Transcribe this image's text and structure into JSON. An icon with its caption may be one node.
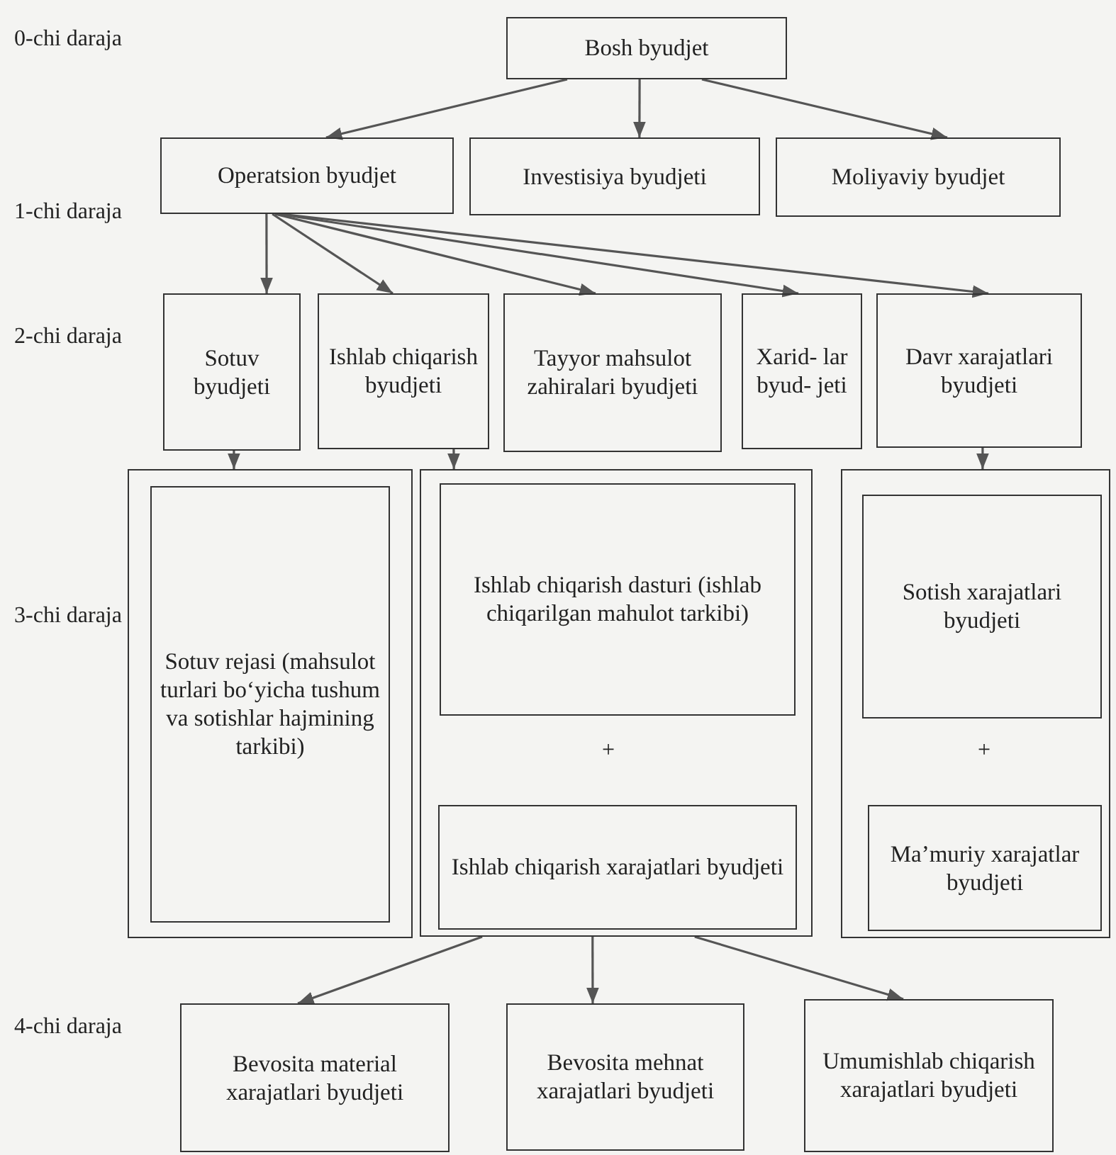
{
  "diagram": {
    "nodes": [
      {
        "text": [
          "Bosh byudjet"
        ]
      },
      {
        "text": [
          "Operatsion byudjet"
        ]
      },
      {
        "text": [
          "Investisiya byudjeti"
        ]
      },
      {
        "text": [
          "Moliyaviy byudjet"
        ]
      },
      {
        "text": [
          "Sotuv byudjeti"
        ]
      },
      {
        "text": [
          "Ishlab chiqarish byudjeti"
        ]
      },
      {
        "text": [
          "Tayyor mahsulot zahiralari byudjeti"
        ]
      },
      {
        "text": [
          "Xarid- lar byud- jeti"
        ]
      },
      {
        "text": [
          "Davr xarajatlari byudjeti"
        ]
      },
      {
        "text": [],
        "shape": "box"
      },
      {
        "text": [
          "Sotuv rejasi (mahsulot turlari bo‘yicha tushum va sotishlar hajmining tarkibi)"
        ],
        "in": 9
      },
      {
        "text": [],
        "shape": "box"
      },
      {
        "text": [
          "Ishlab chiqarish dasturi (ishlab chiqarilgan mahulot tarkibi)"
        ],
        "in": 11
      },
      {
        "text": [
          "Ishlab chiqarish xarajatlari byudjeti"
        ],
        "in": 11
      },
      {
        "text": [],
        "shape": "box"
      },
      {
        "text": [
          "Sotish xarajatlari byudjeti"
        ],
        "in": 14
      },
      {
        "text": [
          "Ma’muriy xarajatlar byudjeti"
        ],
        "in": 14
      },
      {
        "text": [
          "Bevosita material xarajatlari byudjeti"
        ]
      },
      {
        "text": [
          "Bevosita mehnat xarajatlari byudjeti"
        ]
      },
      {
        "text": [
          "Umumishlab chiqarish xarajatlari byudjeti"
        ]
      }
    ],
    "edges": [
      {
        "from": 0,
        "to": 1,
        "arrow": "to"
      },
      {
        "from": 0,
        "to": 2,
        "arrow": "to"
      },
      {
        "from": 0,
        "to": 3,
        "arrow": "to"
      },
      {
        "from": 1,
        "to": 4,
        "arrow": "to"
      },
      {
        "from": 1,
        "to": 5,
        "arrow": "to"
      },
      {
        "from": 1,
        "to": 6,
        "arrow": "to"
      },
      {
        "from": 1,
        "to": 7,
        "arrow": "to"
      },
      {
        "from": 1,
        "to": 8,
        "arrow": "to"
      },
      {
        "from": 4,
        "to": 9,
        "arrow": "to"
      },
      {
        "from": 5,
        "to": 11,
        "arrow": "to"
      },
      {
        "from": 8,
        "to": 14,
        "arrow": "to"
      },
      {
        "from": 11,
        "to": 17,
        "arrow": "to"
      },
      {
        "from": 11,
        "to": 18,
        "arrow": "to"
      },
      {
        "from": 11,
        "to": 19,
        "arrow": "to"
      }
    ],
    "labels": [
      "0-chi daraja",
      "1-chi daraja",
      "2-chi daraja",
      "3-chi daraja",
      "+",
      "+",
      "4-chi daraja"
    ]
  }
}
